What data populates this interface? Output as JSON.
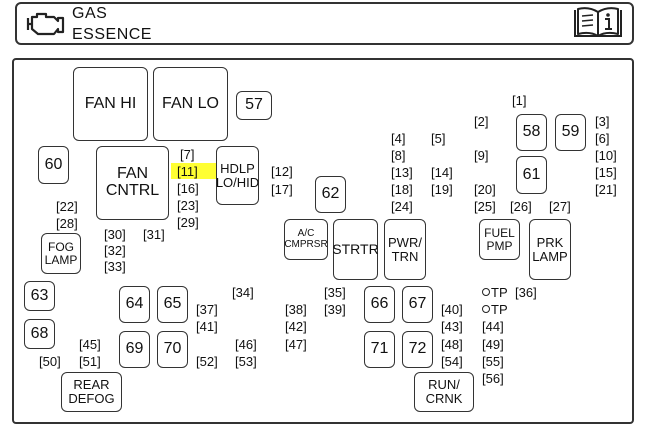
{
  "header": {
    "line1": "GAS",
    "line2": "ESSENCE",
    "engine_icon": "engine-icon",
    "manual_icon": "owners-manual-icon"
  },
  "highlight_color": "#ffff33",
  "highlighted_fuse": "11",
  "boxes": {
    "fan_hi": "FAN HI",
    "fan_lo": "FAN LO",
    "b57": "57",
    "b60": "60",
    "fan_cntrl": "FAN\nCNTRL",
    "hdlp": "HDLP\nLO/HID",
    "b58": "58",
    "b59": "59",
    "b61": "61",
    "b62": "62",
    "fog_lamp": "FOG\nLAMP",
    "ac_cmprsr": "A/C\nCMPRSR",
    "strtr": "STRTR",
    "pwr_trn": "PWR/\nTRN",
    "fuel_pmp": "FUEL\nPMP",
    "prk_lamp": "PRK\nLAMP",
    "b63": "63",
    "b64": "64",
    "b65": "65",
    "b66": "66",
    "b67": "67",
    "b68": "68",
    "b69": "69",
    "b70": "70",
    "b71": "71",
    "b72": "72",
    "rear_defog": "REAR\nDEFOG",
    "run_crnk": "RUN/\nCRNK"
  },
  "fuses": {
    "f1": "[1]",
    "f2": "[2]",
    "f3": "[3]",
    "f4": "[4]",
    "f5": "[5]",
    "f6": "[6]",
    "f7": "[7]",
    "f8": "[8]",
    "f9": "[9]",
    "f10": "[10]",
    "f11": "[11]",
    "f12": "[12]",
    "f13": "[13]",
    "f14": "[14]",
    "f15": "[15]",
    "f16": "[16]",
    "f17": "[17]",
    "f18": "[18]",
    "f19": "[19]",
    "f20": "[20]",
    "f21": "[21]",
    "f22": "[22]",
    "f23": "[23]",
    "f24": "[24]",
    "f25": "[25]",
    "f26": "[26]",
    "f27": "[27]",
    "f28": "[28]",
    "f29": "[29]",
    "f30": "[30]",
    "f31": "[31]",
    "f32": "[32]",
    "f33": "[33]",
    "f34": "[34]",
    "f35": "[35]",
    "f36": "[36]",
    "f37": "[37]",
    "f38": "[38]",
    "f39": "[39]",
    "f40": "[40]",
    "f41": "[41]",
    "f42": "[42]",
    "f43": "[43]",
    "f44": "[44]",
    "f45": "[45]",
    "f46": "[46]",
    "f47": "[47]",
    "f48": "[48]",
    "f49": "[49]",
    "f50": "[50]",
    "f51": "[51]",
    "f52": "[52]",
    "f53": "[53]",
    "f54": "[54]",
    "f55": "[55]",
    "f56": "[56]",
    "tp1": "TP",
    "tp2": "TP"
  }
}
